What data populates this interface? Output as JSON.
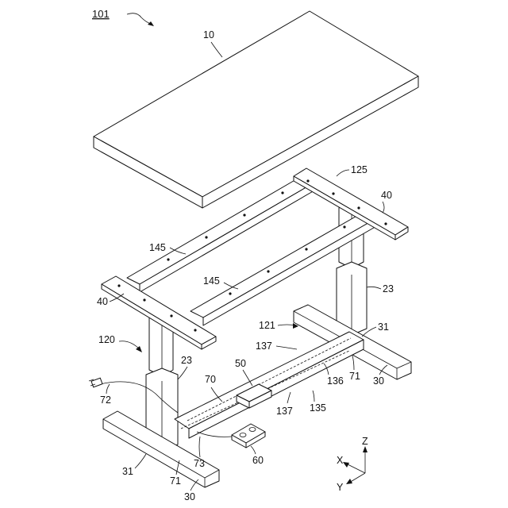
{
  "figure_label": "101",
  "labels": {
    "tabletop": "10",
    "frame_front": "120",
    "frame_rear": "121",
    "frame_right": "125",
    "legs": "23",
    "feet": "30",
    "foot_covers": "31",
    "brackets": "40",
    "control_box": "50",
    "handset": "60",
    "box_assembly": "70",
    "foot_ends": "71",
    "power_cord": "72",
    "handset_cord": "73",
    "beam": "135",
    "channel_end": "136",
    "channel": "137",
    "crossbars": "145"
  },
  "axes": {
    "x": "X",
    "y": "Y",
    "z": "Z"
  }
}
